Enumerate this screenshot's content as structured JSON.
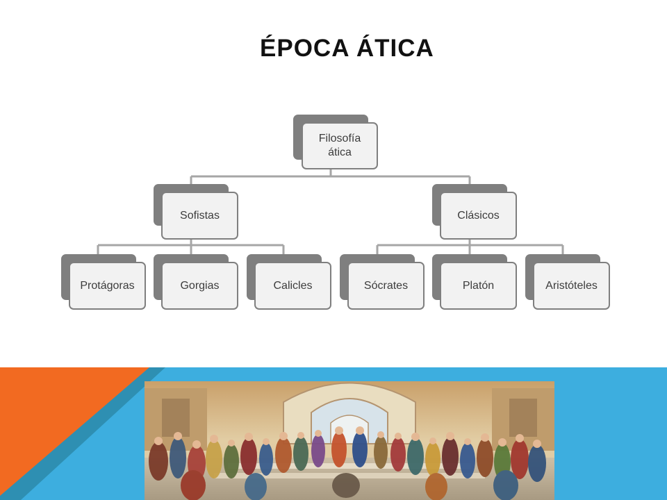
{
  "slide": {
    "title": "ÉPOCA ÁTICA"
  },
  "diagram": {
    "root": "Filosofía ática",
    "branches": [
      {
        "label": "Sofistas",
        "children": [
          "Protágoras",
          "Gorgias",
          "Calicles"
        ]
      },
      {
        "label": "Clásicos",
        "children": [
          "Sócrates",
          "Platón",
          "Aristóteles"
        ]
      }
    ]
  },
  "colors": {
    "connector": "#a6a6a6",
    "node_border": "#7f7f7f",
    "node_fill": "#f2f2f2",
    "accent_orange": "#f26a21",
    "accent_blue": "#3daedf",
    "accent_teal": "#2e8fb2"
  }
}
